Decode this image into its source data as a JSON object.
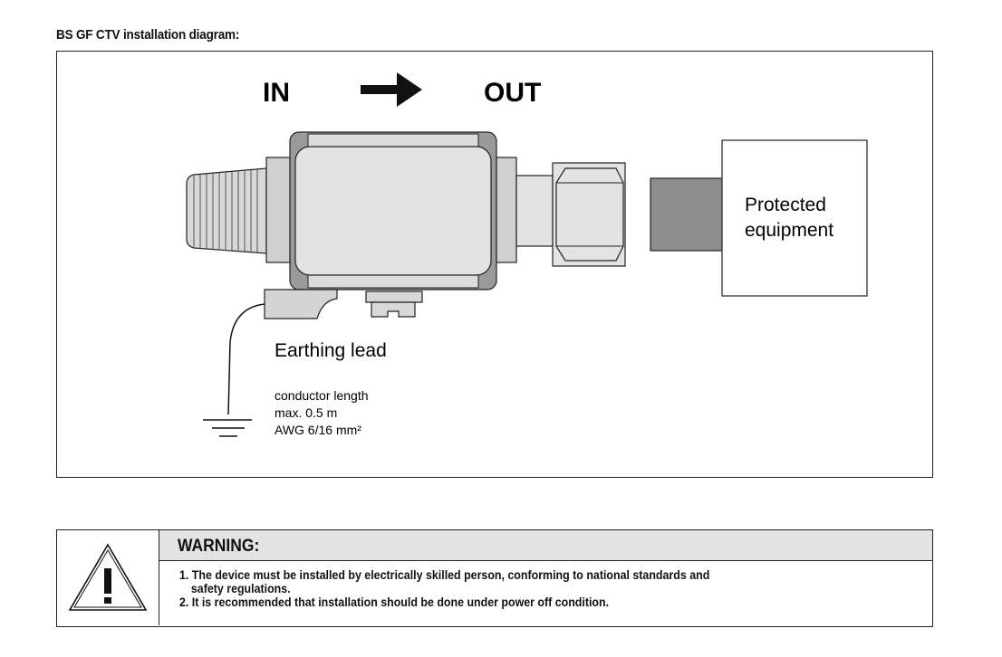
{
  "title": "BS GF CTV installation diagram:",
  "diagram": {
    "in_label": "IN",
    "out_label": "OUT",
    "equipment_label_line1": "Protected",
    "equipment_label_line2": "equipment",
    "earthing_label": "Earthing lead",
    "spec_line1": "conductor length",
    "spec_line2": "max. 0.5 m",
    "spec_line3": "AWG 6/16 mm²"
  },
  "warning": {
    "title": "WARNING:",
    "item1_line1": "1. The device must be installed by electrically skilled person, conforming to national standards and",
    "item1_line2": "safety regulations.",
    "item2": "2. It is recommended that installation should be done under power off condition.",
    "icon": "warning-triangle-icon"
  }
}
